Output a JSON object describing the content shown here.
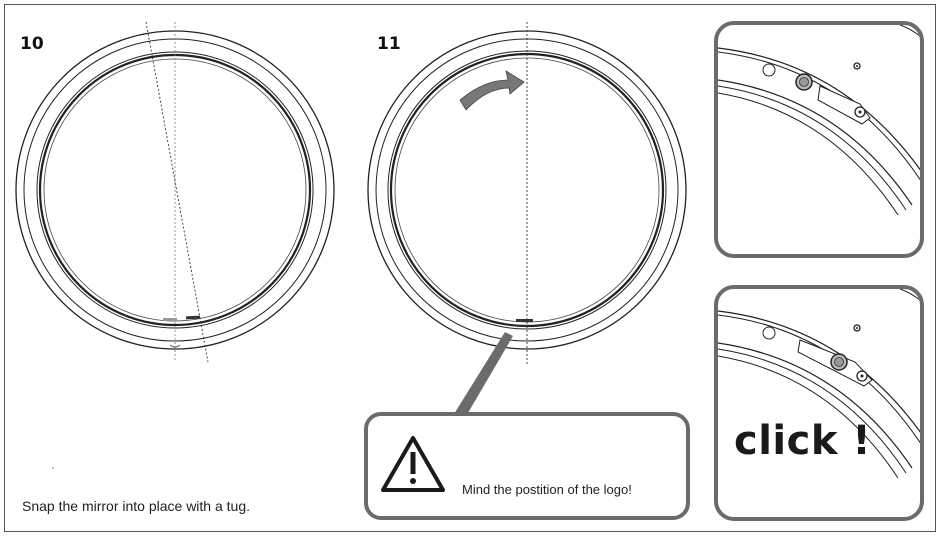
{
  "steps": {
    "step10_number": "10",
    "step11_number": "11"
  },
  "caption": "Snap the mirror into place with a tug.",
  "warning": {
    "text": "Mind the postition of the logo!",
    "icon": "warning-triangle-icon"
  },
  "detail": {
    "click_label": "click !"
  },
  "colors": {
    "callout_border": "#6b6b6b",
    "line": "#222222"
  }
}
